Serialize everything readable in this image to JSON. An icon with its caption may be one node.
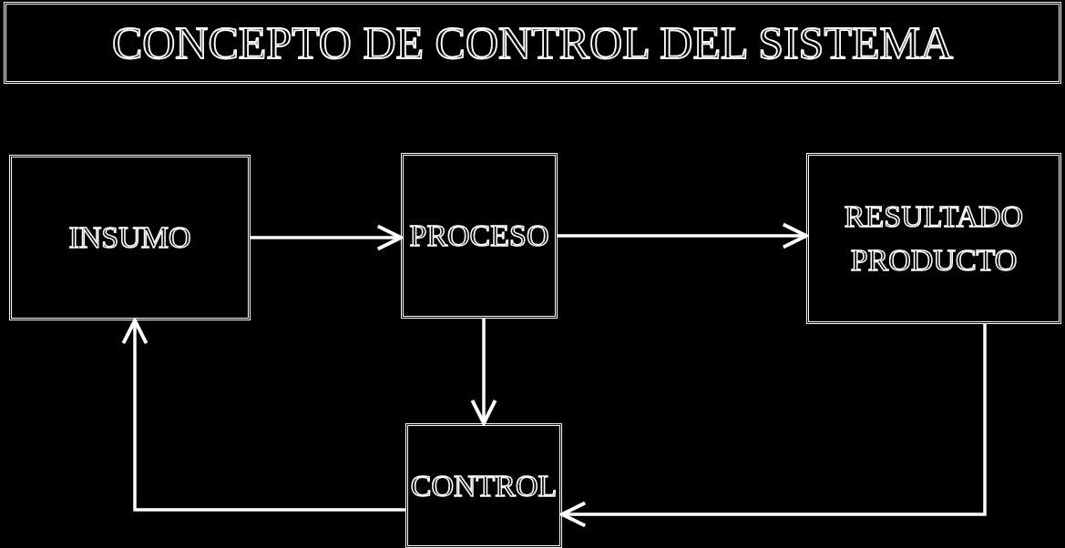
{
  "diagram": {
    "title": "CONCEPTO DE CONTROL DEL SISTEMA",
    "nodes": [
      {
        "text": [
          "INSUMO"
        ]
      },
      {
        "text": [
          "PROCESO"
        ]
      },
      {
        "text": [
          "RESULTADO PRODUCTO"
        ]
      },
      {
        "text": [
          "CONTROL"
        ]
      }
    ],
    "edges": [
      {
        "from": 0,
        "to": 1,
        "arrow": "to"
      },
      {
        "from": 1,
        "to": 2,
        "arrow": "to"
      },
      {
        "from": 1,
        "to": 3,
        "arrow": "to"
      },
      {
        "from": 2,
        "to": 3,
        "arrow": "to"
      },
      {
        "from": 3,
        "to": 0,
        "arrow": "to"
      }
    ]
  }
}
